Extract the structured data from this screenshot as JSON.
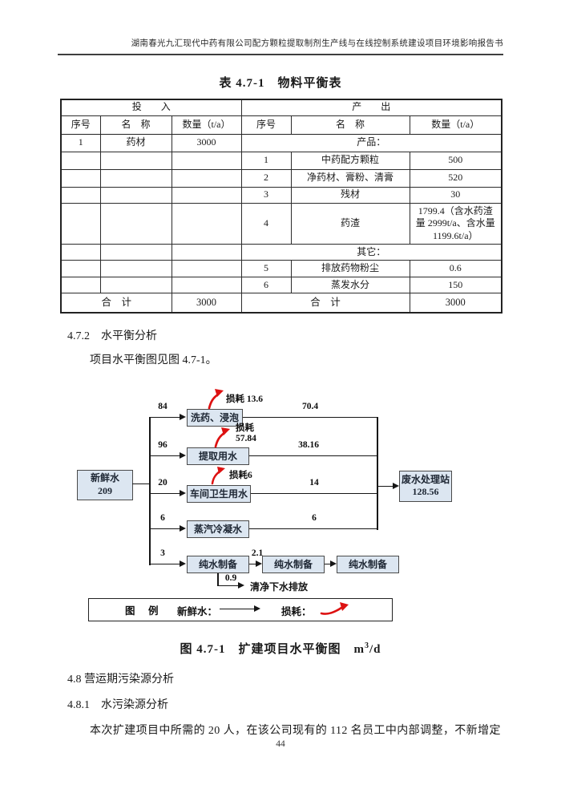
{
  "header": {
    "doc_title": "湖南春光九汇现代中药有限公司配方颗粒提取制剂生产线与在线控制系统建设项目环境影响报告书"
  },
  "table": {
    "title": "表 4.7-1　物料平衡表",
    "input_group": "投　　入",
    "output_group": "产　　出",
    "col_no": "序号",
    "col_name": "名　称",
    "col_qty": "数量（t/a）",
    "input": {
      "row1": {
        "no": "1",
        "name": "药材",
        "qty": "3000"
      },
      "total_label": "合　计",
      "total_qty": "3000"
    },
    "output": {
      "products_label": "产品：",
      "items": [
        {
          "no": "1",
          "name": "中药配方颗粒",
          "qty": "500"
        },
        {
          "no": "2",
          "name": "净药材、膏粉、清膏",
          "qty": "520"
        },
        {
          "no": "3",
          "name": "残材",
          "qty": "30"
        },
        {
          "no": "4",
          "name": "药渣",
          "qty": "1799.4（含水药渣量 2999t/a、含水量 1199.6t/a）"
        }
      ],
      "others_label": "其它：",
      "others": [
        {
          "no": "5",
          "name": "排放药物粉尘",
          "qty": "0.6"
        },
        {
          "no": "6",
          "name": "蒸发水分",
          "qty": "150"
        }
      ],
      "total_label": "合　计",
      "total_qty": "3000"
    }
  },
  "sections": {
    "s472_heading": "4.7.2　水平衡分析",
    "s472_para": "项目水平衡图见图 4.7-1。",
    "s48_heading": "4.8  营运期污染源分析",
    "s481_heading": "4.8.1　水污染源分析",
    "s481_para": "本次扩建项目中所需的 20 人，在该公司现有的 112 名员工中内部调整，不新增定"
  },
  "diagram": {
    "source": {
      "name": "新鲜水",
      "value": "209"
    },
    "sink": {
      "name": "废水处理站",
      "value": "128.56"
    },
    "branches": [
      {
        "inflow": "84",
        "label": "洗药、浸泡",
        "outflow": "70.4",
        "loss": "损耗 13.6"
      },
      {
        "inflow": "96",
        "label": "提取用水",
        "outflow": "38.16",
        "loss_line1": "损耗",
        "loss_line2": "57.84"
      },
      {
        "inflow": "20",
        "label": "车间卫生用水",
        "outflow": "14",
        "loss": "损耗6"
      },
      {
        "inflow": "6",
        "label": "蒸汽冷凝水",
        "outflow": "6"
      },
      {
        "inflow": "3",
        "label": "纯水制备",
        "outflow": "2.1"
      }
    ],
    "pure_water_chain": {
      "box2": "纯水制备",
      "box3": "纯水制备"
    },
    "drain": {
      "value": "0.9",
      "label": "清净下水排放"
    },
    "legend": {
      "title": "图　例",
      "fresh": "新鲜水：",
      "loss": "损耗："
    }
  },
  "figure": {
    "caption_main": "图 4.7-1　扩建项目水平衡图　m",
    "caption_sup": "3",
    "caption_unit": "/d"
  },
  "footer": {
    "page_number": "44"
  },
  "colors": {
    "box_fill": "#dce6f1",
    "box_border": "#4a4a4a",
    "flow_line": "#161616",
    "loss_red": "#dd1111"
  }
}
